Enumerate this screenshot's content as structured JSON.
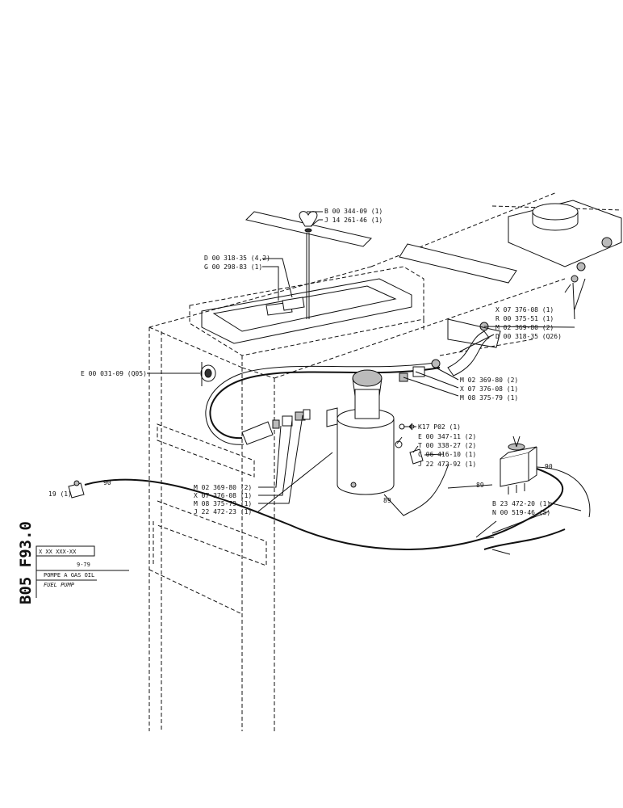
{
  "drawing": {
    "side_code": "B05 F93.0",
    "title_block": {
      "part_no": "X XX XXX-XX",
      "date": "9-79",
      "title_fr": "POMPE A GAS OIL",
      "title_en": "FUEL PUMP"
    }
  },
  "callouts": [
    {
      "id": "c1",
      "text": "B 00 344-09 (1)"
    },
    {
      "id": "c2",
      "text": "J 14 261-46 (1)"
    },
    {
      "id": "c3",
      "text": "D 00 318-35 (4,2)"
    },
    {
      "id": "c4",
      "text": "G 00 298-83 (1)"
    },
    {
      "id": "c5",
      "text": "X 07 376-08 (1)"
    },
    {
      "id": "c6",
      "text": "R 00 375-51 (1)"
    },
    {
      "id": "c7",
      "text": "M 02 369-80 (2)"
    },
    {
      "id": "c8",
      "text": "D 00 318-35 (Q26)"
    },
    {
      "id": "c9",
      "text": "E 00 031-09 (Q05)"
    },
    {
      "id": "c10",
      "text": "M 02 369-80 (2)"
    },
    {
      "id": "c11",
      "text": "X 07 376-08 (1)"
    },
    {
      "id": "c12",
      "text": "M 08 375-79 (1)"
    },
    {
      "id": "c13",
      "text": "K17 P02 (1)"
    },
    {
      "id": "c14",
      "text": "E 00 347-11 (2)"
    },
    {
      "id": "c15",
      "text": "T 00 338-27 (2)"
    },
    {
      "id": "c16",
      "text": "C 06 416-10 (1)"
    },
    {
      "id": "c17",
      "text": "J 22 472-92 (1)"
    },
    {
      "id": "c18",
      "text": "M 02 369-80 (2)"
    },
    {
      "id": "c19",
      "text": "X 07 376-08 (1)"
    },
    {
      "id": "c20",
      "text": "M 08 375-79 (1)"
    },
    {
      "id": "c21",
      "text": "J 22 472-23 (1)"
    },
    {
      "id": "c22",
      "text": "B 23 472-20 (1)"
    },
    {
      "id": "c23",
      "text": "N 00 519-46 (5)"
    },
    {
      "id": "c24",
      "text": "19 (1)"
    }
  ],
  "wire_numbers": [
    "90",
    "89",
    "89",
    "90"
  ]
}
